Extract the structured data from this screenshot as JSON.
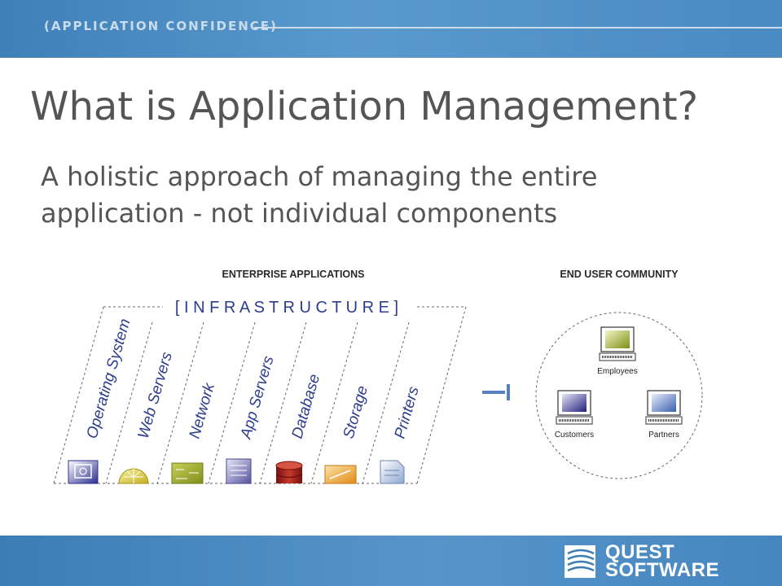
{
  "header": {
    "tagline": "(APPLICATION CONFIDENCE)"
  },
  "slide": {
    "title": "What is Application Management?",
    "subtitle_lines": [
      "A holistic approach of managing the entire",
      "application - not individual components"
    ]
  },
  "diagram": {
    "enterprise_heading": "ENTERPRISE APPLICATIONS",
    "infrastructure_label": "[ I N F R A S T R U C T U R E ]",
    "columns": [
      {
        "label": "Operating System",
        "icon": "os-icon"
      },
      {
        "label": "Web Servers",
        "icon": "globe-icon"
      },
      {
        "label": "Network",
        "icon": "network-icon"
      },
      {
        "label": "App Servers",
        "icon": "server-icon"
      },
      {
        "label": "Database",
        "icon": "database-icon"
      },
      {
        "label": "Storage",
        "icon": "storage-icon"
      },
      {
        "label": "Printers",
        "icon": "printer-icon"
      }
    ],
    "community_heading": "END USER COMMUNITY",
    "users": [
      {
        "label": "Employees",
        "screen_color": "#8a9a1a"
      },
      {
        "label": "Customers",
        "screen_color": "#2d2a8a"
      },
      {
        "label": "Partners",
        "screen_color": "#3f66b5"
      }
    ]
  },
  "footer": {
    "logo_line1": "QUEST",
    "logo_line2": "SOFTWARE"
  }
}
